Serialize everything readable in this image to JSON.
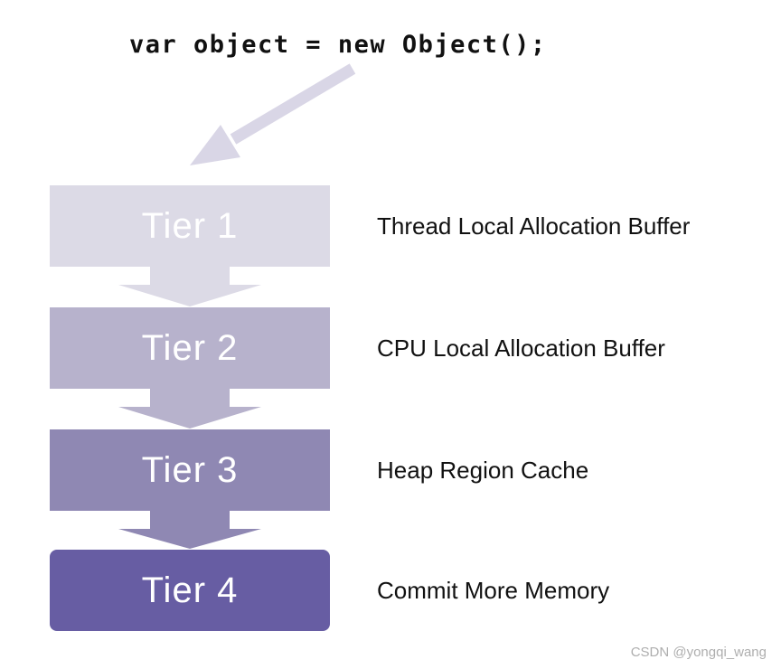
{
  "page": {
    "watermark": "CSDN @yongqi_wang",
    "background_color": "#ffffff"
  },
  "code": {
    "text": "var object = new Object();"
  },
  "pointer_arrow": {
    "color": "#d9d6e6"
  },
  "tiers": [
    {
      "label": "Tier 1",
      "description": "Thread Local Allocation Buffer",
      "color": "#dcdae6"
    },
    {
      "label": "Tier 2",
      "description": "CPU Local Allocation Buffer",
      "color": "#b7b2cc"
    },
    {
      "label": "Tier 3",
      "description": "Heap Region Cache",
      "color": "#8f88b3"
    },
    {
      "label": "Tier 4",
      "description": "Commit More Memory",
      "color": "#675da3"
    }
  ],
  "text_color": "#111111",
  "tier_label_color": "#ffffff"
}
